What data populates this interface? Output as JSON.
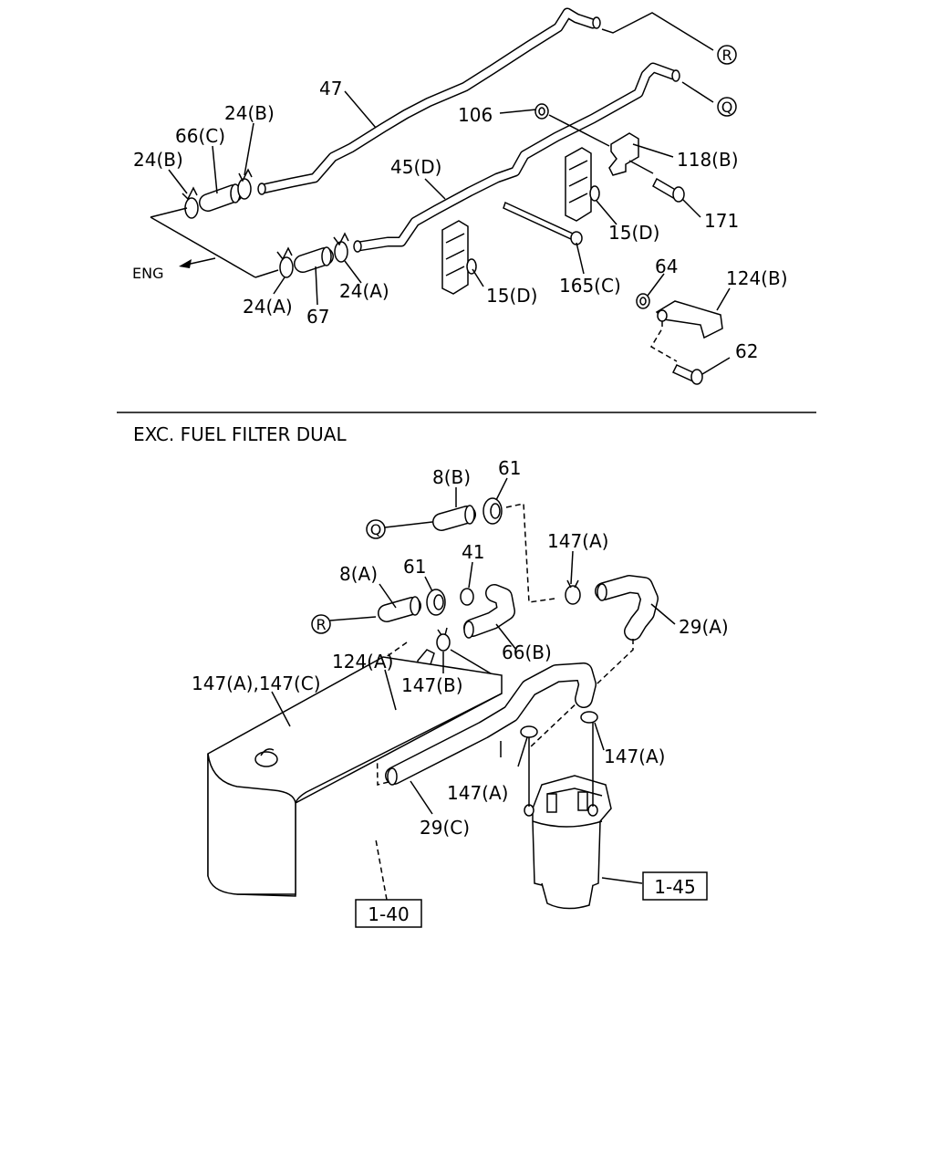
{
  "section_title": "EXC. FUEL FILTER DUAL",
  "direction_label": "ENG",
  "callouts": {
    "c_47": "47",
    "c_24b_top": "24(B)",
    "c_66c": "66(C)",
    "c_24b_left": "24(B)",
    "c_106": "106",
    "c_118b": "118(B)",
    "c_45d": "45(D)",
    "c_171": "171",
    "c_15d_right": "15(D)",
    "c_15d_left": "15(D)",
    "c_165c": "165(C)",
    "c_64": "64",
    "c_124b": "124(B)",
    "c_62": "62",
    "c_24a_left": "24(A)",
    "c_24a_right": "24(A)",
    "c_67": "67",
    "c_8b": "8(B)",
    "c_61_top": "61",
    "c_147a_top": "147(A)",
    "c_8a": "8(A)",
    "c_61_mid": "61",
    "c_41": "41",
    "c_29a": "29(A)",
    "c_66b": "66(B)",
    "c_124a": "124(A)",
    "c_147ac": "147(A),147(C)",
    "c_147b": "147(B)",
    "c_147a_right": "147(A)",
    "c_147a_mid": "147(A)",
    "c_29c": "29(C)",
    "c_1_45": "1-45",
    "c_1_40": "1-40"
  },
  "connectors": {
    "r_top": "R",
    "q_top": "Q",
    "q_bottom": "Q",
    "r_bottom": "R"
  }
}
